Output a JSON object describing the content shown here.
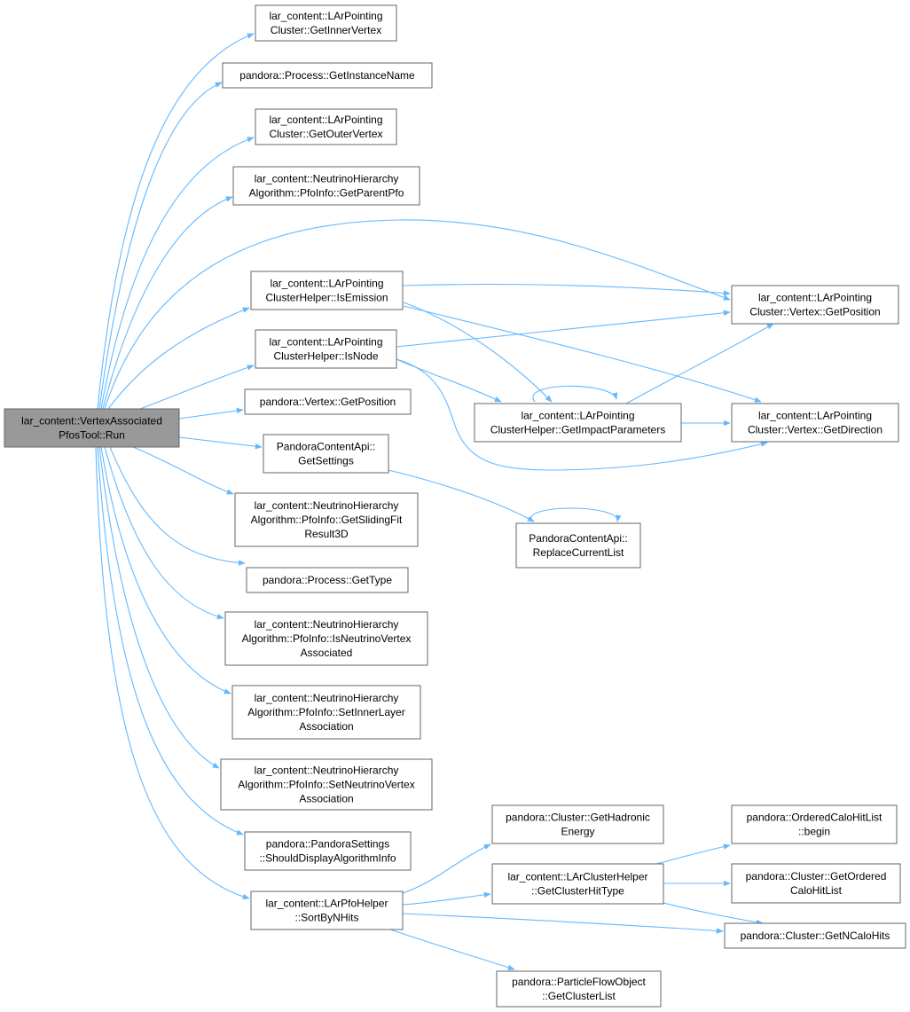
{
  "colors": {
    "edge": "#63b8ff",
    "root_fill": "#999999",
    "node_fill": "#ffffff",
    "node_border": "#666666"
  },
  "nodes": [
    {
      "id": "run",
      "lines": [
        "lar_content::VertexAssociated",
        "PfosTool::Run"
      ]
    },
    {
      "id": "get_inner_vertex",
      "lines": [
        "lar_content::LArPointing",
        "Cluster::GetInnerVertex"
      ]
    },
    {
      "id": "get_instance_name",
      "lines": [
        "pandora::Process::GetInstanceName"
      ]
    },
    {
      "id": "get_outer_vertex",
      "lines": [
        "lar_content::LArPointing",
        "Cluster::GetOuterVertex"
      ]
    },
    {
      "id": "get_parent_pfo",
      "lines": [
        "lar_content::NeutrinoHierarchy",
        "Algorithm::PfoInfo::GetParentPfo"
      ]
    },
    {
      "id": "is_emission",
      "lines": [
        "lar_content::LArPointing",
        "ClusterHelper::IsEmission"
      ]
    },
    {
      "id": "is_node",
      "lines": [
        "lar_content::LArPointing",
        "ClusterHelper::IsNode"
      ]
    },
    {
      "id": "vertex_get_position",
      "lines": [
        "pandora::Vertex::GetPosition"
      ]
    },
    {
      "id": "get_settings",
      "lines": [
        "PandoraContentApi::",
        "GetSettings"
      ]
    },
    {
      "id": "get_sliding_fit",
      "lines": [
        "lar_content::NeutrinoHierarchy",
        "Algorithm::PfoInfo::GetSlidingFit",
        "Result3D"
      ]
    },
    {
      "id": "get_type",
      "lines": [
        "pandora::Process::GetType"
      ]
    },
    {
      "id": "is_nu_vertex_assoc",
      "lines": [
        "lar_content::NeutrinoHierarchy",
        "Algorithm::PfoInfo::IsNeutrinoVertex",
        "Associated"
      ]
    },
    {
      "id": "set_inner_layer",
      "lines": [
        "lar_content::NeutrinoHierarchy",
        "Algorithm::PfoInfo::SetInnerLayer",
        "Association"
      ]
    },
    {
      "id": "set_nu_vertex_assoc",
      "lines": [
        "lar_content::NeutrinoHierarchy",
        "Algorithm::PfoInfo::SetNeutrinoVertex",
        "Association"
      ]
    },
    {
      "id": "should_display",
      "lines": [
        "pandora::PandoraSettings",
        "::ShouldDisplayAlgorithmInfo"
      ]
    },
    {
      "id": "sort_by_nhits",
      "lines": [
        "lar_content::LArPfoHelper",
        "::SortByNHits"
      ]
    },
    {
      "id": "lpc_vertex_get_position",
      "lines": [
        "lar_content::LArPointing",
        "Cluster::Vertex::GetPosition"
      ]
    },
    {
      "id": "get_impact_params",
      "lines": [
        "lar_content::LArPointing",
        "ClusterHelper::GetImpactParameters"
      ]
    },
    {
      "id": "get_direction",
      "lines": [
        "lar_content::LArPointing",
        "Cluster::Vertex::GetDirection"
      ]
    },
    {
      "id": "replace_current_list",
      "lines": [
        "PandoraContentApi::",
        "ReplaceCurrentList"
      ]
    },
    {
      "id": "get_hadronic_energy",
      "lines": [
        "pandora::Cluster::GetHadronic",
        "Energy"
      ]
    },
    {
      "id": "get_cluster_hit_type",
      "lines": [
        "lar_content::LArClusterHelper",
        "::GetClusterHitType"
      ]
    },
    {
      "id": "get_cluster_list",
      "lines": [
        "pandora::ParticleFlowObject",
        "::GetClusterList"
      ]
    },
    {
      "id": "ordered_begin",
      "lines": [
        "pandora::OrderedCaloHitList",
        "::begin"
      ]
    },
    {
      "id": "get_ordered_calo",
      "lines": [
        "pandora::Cluster::GetOrdered",
        "CaloHitList"
      ]
    },
    {
      "id": "get_n_calo_hits",
      "lines": [
        "pandora::Cluster::GetNCaloHits"
      ]
    }
  ],
  "edges": [
    [
      "run",
      "get_inner_vertex"
    ],
    [
      "run",
      "get_instance_name"
    ],
    [
      "run",
      "get_outer_vertex"
    ],
    [
      "run",
      "get_parent_pfo"
    ],
    [
      "run",
      "lpc_vertex_get_position"
    ],
    [
      "run",
      "is_emission"
    ],
    [
      "run",
      "is_node"
    ],
    [
      "run",
      "vertex_get_position"
    ],
    [
      "run",
      "get_settings"
    ],
    [
      "run",
      "get_sliding_fit"
    ],
    [
      "run",
      "get_type"
    ],
    [
      "run",
      "is_nu_vertex_assoc"
    ],
    [
      "run",
      "set_inner_layer"
    ],
    [
      "run",
      "set_nu_vertex_assoc"
    ],
    [
      "run",
      "should_display"
    ],
    [
      "run",
      "sort_by_nhits"
    ],
    [
      "is_emission",
      "lpc_vertex_get_position"
    ],
    [
      "is_emission",
      "get_impact_params"
    ],
    [
      "is_emission",
      "get_direction"
    ],
    [
      "is_node",
      "lpc_vertex_get_position"
    ],
    [
      "is_node",
      "get_impact_params"
    ],
    [
      "is_node",
      "get_direction"
    ],
    [
      "get_impact_params",
      "get_impact_params"
    ],
    [
      "get_impact_params",
      "lpc_vertex_get_position"
    ],
    [
      "get_impact_params",
      "get_direction"
    ],
    [
      "get_settings",
      "replace_current_list"
    ],
    [
      "replace_current_list",
      "replace_current_list"
    ],
    [
      "sort_by_nhits",
      "get_hadronic_energy"
    ],
    [
      "sort_by_nhits",
      "get_cluster_hit_type"
    ],
    [
      "sort_by_nhits",
      "get_n_calo_hits"
    ],
    [
      "sort_by_nhits",
      "get_cluster_list"
    ],
    [
      "get_cluster_hit_type",
      "ordered_begin"
    ],
    [
      "get_cluster_hit_type",
      "get_ordered_calo"
    ],
    [
      "get_cluster_hit_type",
      "get_n_calo_hits"
    ]
  ]
}
